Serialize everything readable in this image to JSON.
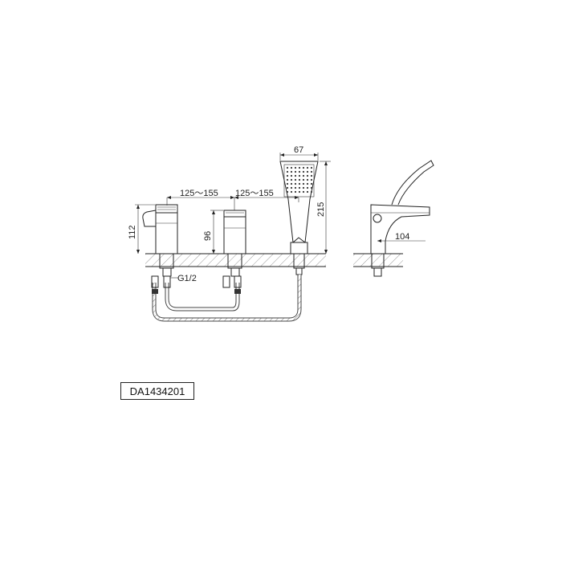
{
  "model_code": "DA1434201",
  "dimensions": {
    "handshower_width": "67",
    "spacing_left": "125～155",
    "spacing_right": "125～155",
    "lever_height": "112",
    "spout_height": "96",
    "handshower_height": "215",
    "spout_reach": "104",
    "inlet_thread": "G1/2"
  },
  "colors": {
    "line": "#222222",
    "hatch": "#555555",
    "background": "#ffffff"
  }
}
